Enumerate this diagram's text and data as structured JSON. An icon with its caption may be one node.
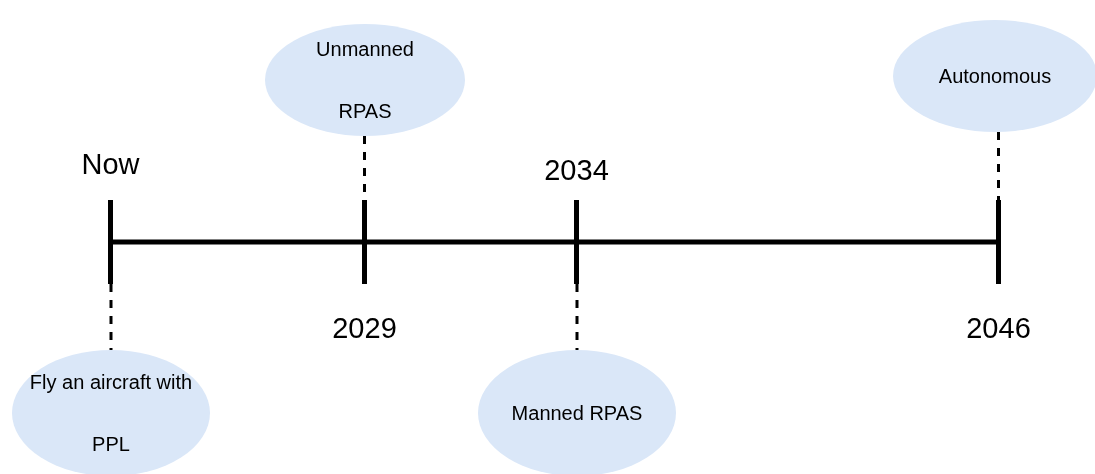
{
  "diagram": {
    "nodes": [
      {
        "text": [
          "Unmanned RPAS"
        ]
      },
      {
        "text": [
          "Autonomous"
        ]
      },
      {
        "text": [],
        "shape": "bar",
        "beside": [
          "Now"
        ]
      },
      {
        "text": [],
        "shape": "bar",
        "beside": [
          "2029"
        ]
      },
      {
        "text": [],
        "shape": "bar",
        "beside": [
          "2034"
        ]
      },
      {
        "text": [],
        "shape": "bar",
        "beside": [
          "2046"
        ]
      },
      {
        "text": [
          "Fly an aircraft with PPL"
        ]
      },
      {
        "text": [
          "Manned RPAS"
        ]
      }
    ],
    "edges": [
      {
        "from": 0,
        "to": 3,
        "arrow": "none",
        "style": "dashed"
      },
      {
        "from": 1,
        "to": 5,
        "arrow": "none",
        "style": "dashed"
      },
      {
        "from": 2,
        "to": 6,
        "arrow": "none",
        "style": "dashed"
      },
      {
        "from": 4,
        "to": 7,
        "arrow": "none",
        "style": "dashed"
      }
    ]
  }
}
